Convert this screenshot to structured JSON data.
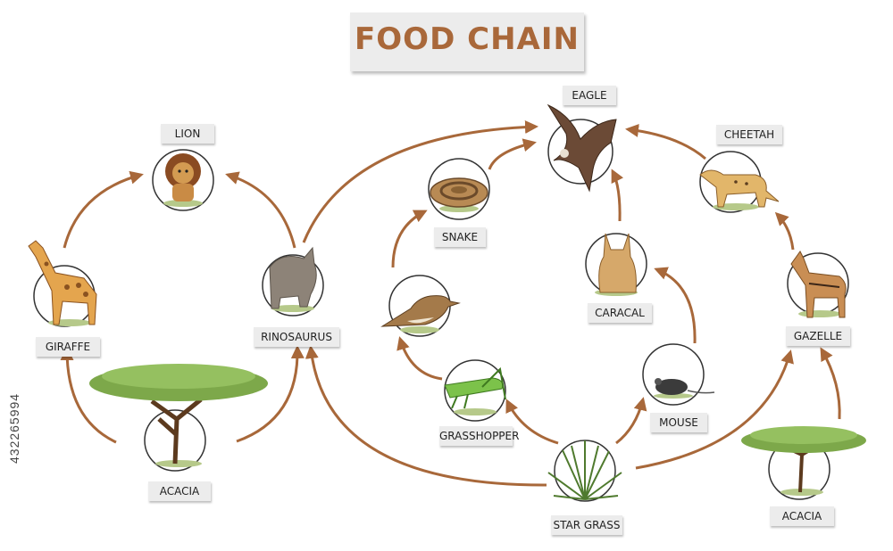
{
  "title": "FOOD CHAIN",
  "side_number": "432265994",
  "labels": {
    "lion": "LION",
    "giraffe": "GIRAFFE",
    "rinosaurus": "RINOSAURUS",
    "acacia_left": "ACACIA",
    "eagle": "EAGLE",
    "snake": "SNAKE",
    "caracal": "CARACAL",
    "cheetah": "CHEETAH",
    "gazelle": "GAZELLE",
    "grasshopper": "GRASSHOPPER",
    "mouse": "MOUSE",
    "star_grass": "STAR GRASS",
    "acacia_right": "ACACIA"
  },
  "colors": {
    "arrow": "#a8683a",
    "title_text": "#a9683a",
    "label_bg": "#ececec",
    "circle_stroke": "#333333"
  },
  "edges": [
    [
      "acacia_left",
      "giraffe"
    ],
    [
      "acacia_left",
      "rinosaurus"
    ],
    [
      "giraffe",
      "lion"
    ],
    [
      "rinosaurus",
      "lion"
    ],
    [
      "rinosaurus",
      "eagle"
    ],
    [
      "star_grass",
      "rinosaurus"
    ],
    [
      "star_grass",
      "grasshopper"
    ],
    [
      "star_grass",
      "mouse"
    ],
    [
      "star_grass",
      "gazelle"
    ],
    [
      "grasshopper",
      "bird"
    ],
    [
      "bird",
      "snake"
    ],
    [
      "snake",
      "eagle"
    ],
    [
      "mouse",
      "caracal"
    ],
    [
      "caracal",
      "eagle"
    ],
    [
      "acacia_right",
      "gazelle"
    ],
    [
      "gazelle",
      "cheetah"
    ],
    [
      "cheetah",
      "eagle"
    ]
  ]
}
